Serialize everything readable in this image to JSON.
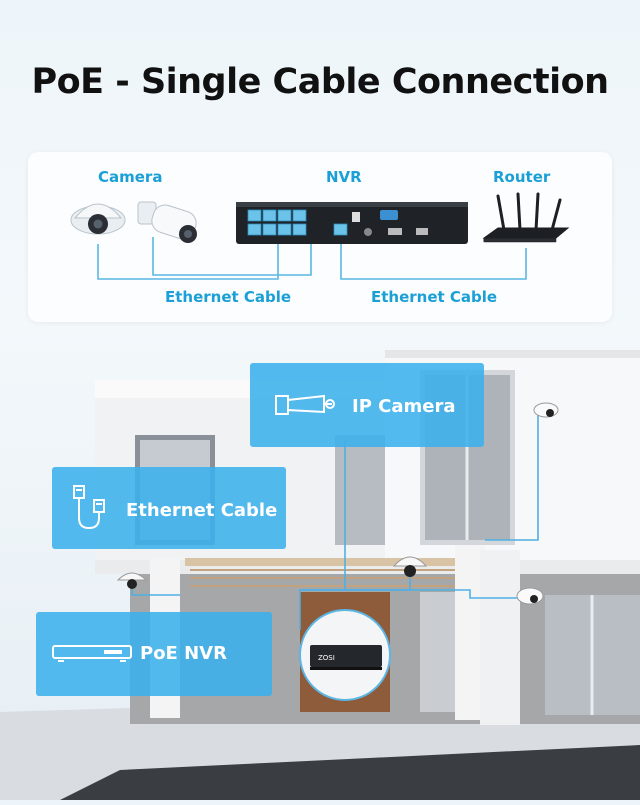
{
  "title": "PoE - Single Cable Connection",
  "diagram": {
    "camera_label": "Camera",
    "nvr_label": "NVR",
    "router_label": "Router",
    "cable_left_label": "Ethernet Cable",
    "cable_right_label": "Ethernet Cable"
  },
  "callouts": {
    "ip_camera": "IP Camera",
    "ethernet_cable": "Ethernet Cable",
    "poe_nvr": "PoE NVR"
  },
  "device_brand": "ZOSI",
  "colors": {
    "accent": "#1a9fd6",
    "callout": "#3bb1ec",
    "cable_line": "#5bb6e4"
  }
}
